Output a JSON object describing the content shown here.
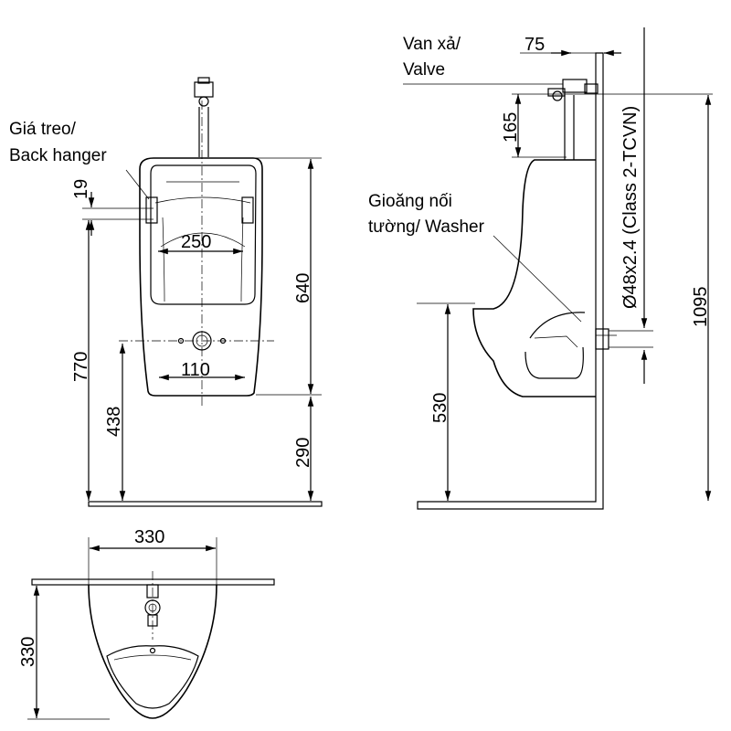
{
  "labels": {
    "back_hanger": [
      "Giá treo/",
      "Back hanger"
    ],
    "valve": [
      "Van xả/",
      "Valve"
    ],
    "washer": [
      "Gioăng nối",
      "tường/ Washer"
    ],
    "pipe_spec": "Ø48x2.4 (Class 2-TCVN)"
  },
  "dimensions": {
    "front": {
      "hanger_height": "19",
      "outlet_width": "250",
      "bowl_height": "640",
      "total_height": "770",
      "inlet_spacing": "110",
      "outlet_height": "438",
      "floor_to_bottom": "290"
    },
    "side": {
      "valve_offset": "75",
      "valve_height": "165",
      "total_height": "1095",
      "rim_height": "530"
    },
    "top": {
      "width": "330",
      "depth": "330"
    }
  }
}
